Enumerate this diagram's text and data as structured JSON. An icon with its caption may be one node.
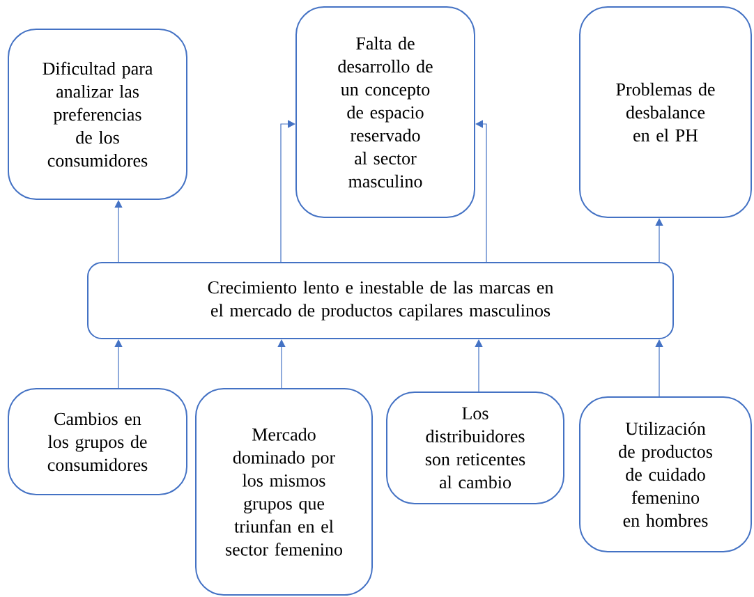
{
  "diagram": {
    "nodes": [
      {
        "text": [
          "Dificultad para analizar las preferencias de los consumidores"
        ]
      },
      {
        "text": [
          "Falta de desarrollo de un concepto de espacio reservado al sector masculino"
        ]
      },
      {
        "text": [
          "Problemas de desbalance en el PH"
        ]
      },
      {
        "text": [
          "Crecimiento lento e inestable de las marcas en el mercado de productos capilares masculinos"
        ]
      },
      {
        "text": [
          "Cambios en los grupos de consumidores"
        ]
      },
      {
        "text": [
          "Mercado dominado por los mismos grupos que triunfan en el sector femenino"
        ]
      },
      {
        "text": [
          "Los distribuidores son reticentes al cambio"
        ]
      },
      {
        "text": [
          "Utilización de productos de cuidado femenino en hombres"
        ]
      }
    ],
    "edges": [
      {
        "from": 3,
        "to": 0,
        "arrow": "to"
      },
      {
        "from": 3,
        "to": 1,
        "arrow": "to"
      },
      {
        "from": 3,
        "to": 1,
        "arrow": "to"
      },
      {
        "from": 3,
        "to": 2,
        "arrow": "to"
      },
      {
        "from": 4,
        "to": 3,
        "arrow": "to"
      },
      {
        "from": 5,
        "to": 3,
        "arrow": "to"
      },
      {
        "from": 6,
        "to": 3,
        "arrow": "to"
      },
      {
        "from": 7,
        "to": 3,
        "arrow": "to"
      }
    ]
  }
}
